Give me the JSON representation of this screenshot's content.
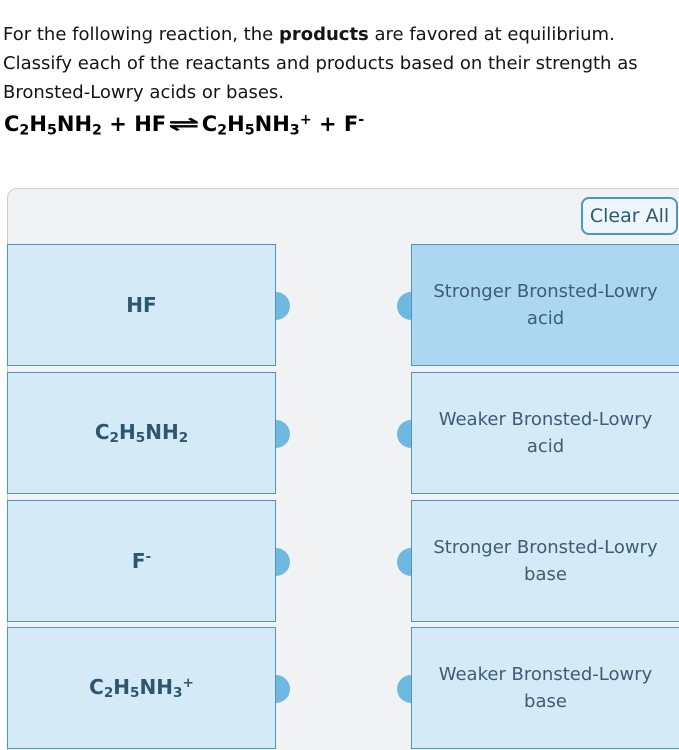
{
  "question": {
    "pre": "For the following reaction, the ",
    "bold": "products",
    "post": " are favored at equilibrium. Classify each of the reactants and products based on their strength as Bronsted-Lowry acids or bases."
  },
  "equation": "C_2H_5NH_2 + HF⇌C_2H_5NH_3^+ + F^-",
  "panel": {
    "clear_all_label": "Clear All",
    "left_items": [
      {
        "formula": "HF"
      },
      {
        "formula": "C_2H_5NH_2"
      },
      {
        "formula": "F^-"
      },
      {
        "formula": "C_2H_5NH_3^+"
      }
    ],
    "right_items": [
      {
        "label": "Stronger Bronsted-Lowry acid",
        "highlighted": true
      },
      {
        "label": "Weaker Bronsted-Lowry acid",
        "highlighted": false
      },
      {
        "label": "Stronger Bronsted-Lowry base",
        "highlighted": false
      },
      {
        "label": "Weaker Bronsted-Lowry base",
        "highlighted": false
      }
    ]
  },
  "colors": {
    "panel_bg": "#f1f2f3",
    "panel_border": "#c9ced3",
    "box_fill": "#d5eaf7",
    "box_fill_highlight": "#abd7f0",
    "box_border": "#4e94c4",
    "connector": "#6fb8e0",
    "box_text": "#2f566f",
    "label_text": "#3e5c74",
    "button_bg": "#edf6fb",
    "button_text": "#2d5972"
  }
}
